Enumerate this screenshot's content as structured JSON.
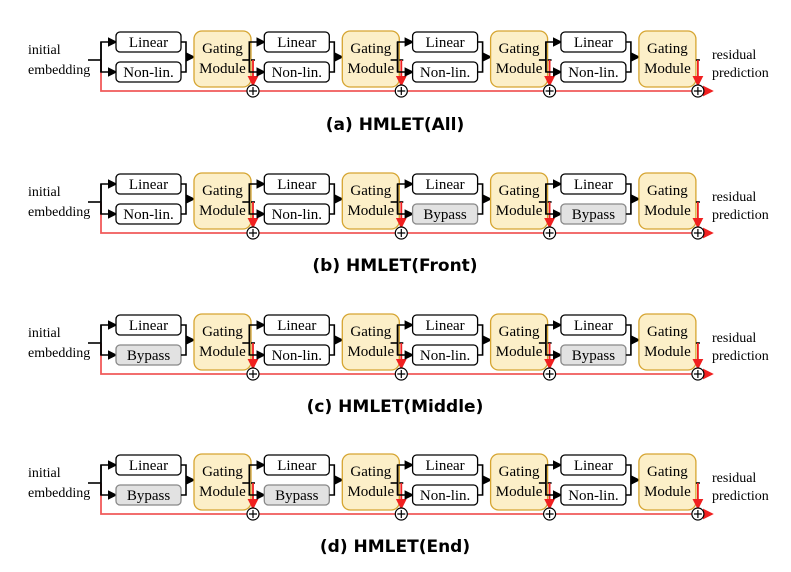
{
  "input_label": [
    "initial",
    "embedding"
  ],
  "output_label": [
    "residual",
    "prediction"
  ],
  "gating_label": [
    "Gating",
    "Module"
  ],
  "linear_label": "Linear",
  "colors": {
    "gating_fill": "#fcefc8",
    "gating_stroke": "#d6a531",
    "residual": "#f05a5a",
    "bypass_fill": "#e2e2e2"
  },
  "variants": [
    {
      "caption": "(a)  HMLET(All)",
      "lower": [
        "Non-lin.",
        "Non-lin.",
        "Non-lin.",
        "Non-lin."
      ]
    },
    {
      "caption": "(b)  HMLET(Front)",
      "lower": [
        "Non-lin.",
        "Non-lin.",
        "Bypass",
        "Bypass"
      ]
    },
    {
      "caption": "(c) HMLET(Middle)",
      "lower": [
        "Bypass",
        "Non-lin.",
        "Non-lin.",
        "Bypass"
      ]
    },
    {
      "caption": "(d) HMLET(End)",
      "lower": [
        "Bypass",
        "Bypass",
        "Non-lin.",
        "Non-lin."
      ]
    }
  ]
}
